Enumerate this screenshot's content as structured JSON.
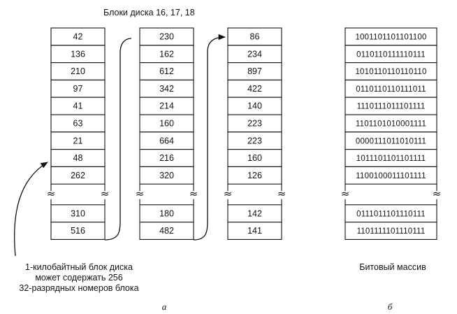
{
  "header": {
    "title": "Блоки диска 16, 17, 18"
  },
  "blocks": [
    {
      "values": [
        "42",
        "136",
        "210",
        "97",
        "41",
        "63",
        "21",
        "48",
        "262"
      ],
      "tail": [
        "310",
        "516"
      ]
    },
    {
      "values": [
        "230",
        "162",
        "612",
        "342",
        "214",
        "160",
        "664",
        "216",
        "320"
      ],
      "tail": [
        "180",
        "482"
      ]
    },
    {
      "values": [
        "86",
        "234",
        "897",
        "422",
        "140",
        "223",
        "223",
        "160",
        "126"
      ],
      "tail": [
        "142",
        "141"
      ]
    }
  ],
  "bitmap": {
    "values": [
      "1001101101101100",
      "0110110111110111",
      "1010110110110110",
      "0110110110111011",
      "1110111011101111",
      "1101101010001111",
      "0000111011010111",
      "1011101101101111",
      "1100100011101111"
    ],
    "tail": [
      "0111011101110111",
      "1101111101110111"
    ],
    "caption": "Битовый массив"
  },
  "note": {
    "lines": [
      "1-килобайтный блок диска",
      "может содержать 256",
      "32-разрядных номеров блока"
    ]
  },
  "labels": {
    "a": "а",
    "b": "б"
  },
  "break_glyph": "≈"
}
